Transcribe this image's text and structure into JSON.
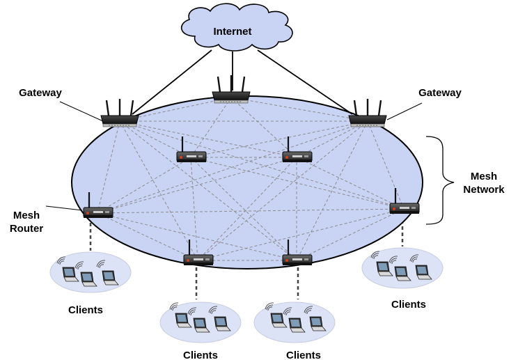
{
  "labels": {
    "internet": "Internet",
    "gateway_left": "Gateway",
    "gateway_right": "Gateway",
    "mesh_network_line1": "Mesh",
    "mesh_network_line2": "Network",
    "mesh_router_line1": "Mesh",
    "mesh_router_line2": "Router",
    "clients_left": "Clients",
    "clients_bottom_left": "Clients",
    "clients_bottom_right": "Clients",
    "clients_right": "Clients"
  },
  "colors": {
    "cloud_fill": "#c9d3f3",
    "mesh_fill": "#c9d3f3",
    "client_zone_fill": "#dde3f7",
    "mesh_link": "#8c8c8c",
    "router_body": "#2b2b2b"
  }
}
